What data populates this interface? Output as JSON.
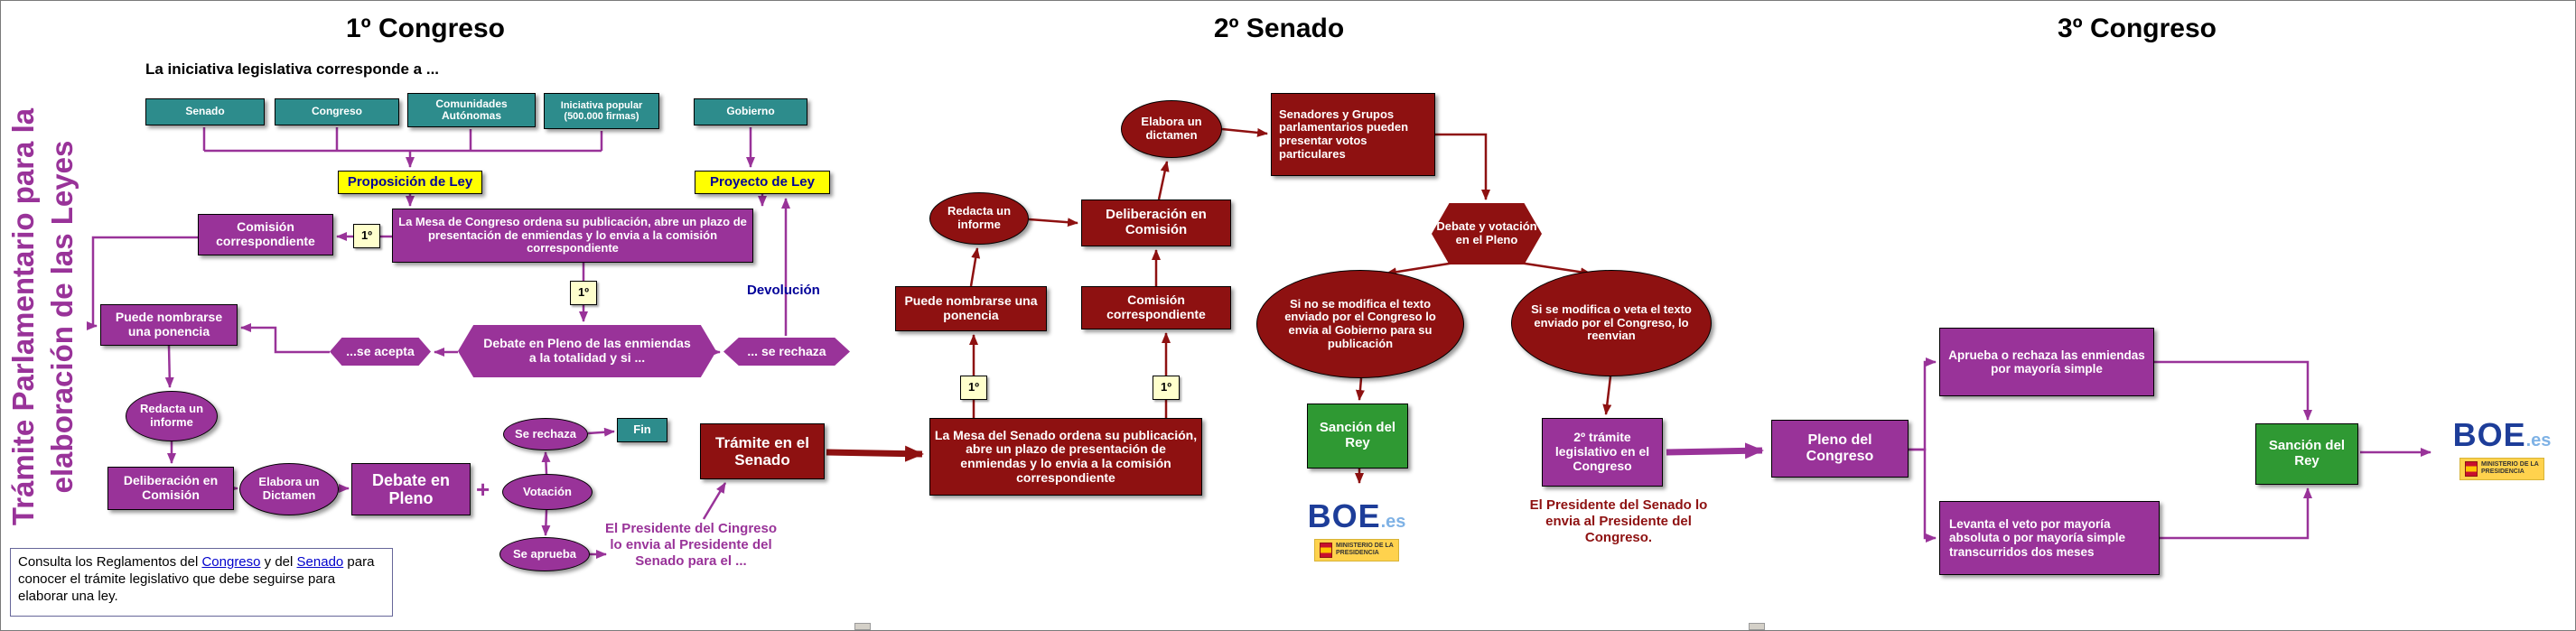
{
  "title": {
    "line1": "Trámite Parlamentario  para la",
    "line2": "elaboración de las Leyes"
  },
  "headers": {
    "stage1": "1º Congreso",
    "stage2": "2º Senado",
    "stage3": "3º Congreso"
  },
  "stage1": {
    "intro": "La iniciativa legislativa corresponde a  ...",
    "initiators": {
      "senado": "Senado",
      "congreso": "Congreso",
      "comunidades": "Comunidades Autónomas",
      "iniciativa_popular": "Iniciativa popular (500.000 firmas)",
      "gobierno": "Gobierno"
    },
    "proposicion_ley": "Proposición de Ley",
    "proyecto_ley": "Proyecto de Ley",
    "comision_correspondiente": "Comisión correspondiente",
    "orden1": "1º",
    "mesa_congreso": "La Mesa de Congreso ordena su publicación, abre un plazo de presentación de enmiendas y lo envia a la comisión correspondiente",
    "orden2": "1º",
    "devolucion": "Devolución",
    "ponencia": "Puede nombrarse una ponencia",
    "se_acepta": "...se acepta",
    "debate_enmiendas": "Debate en Pleno de las enmiendas a la totalidad y si ...",
    "se_rechaza_totalidad": "... se rechaza",
    "redacta_informe": "Redacta un informe",
    "deliberacion_comision": "Deliberación en Comisión",
    "elabora_dictamen": "Elabora un Dictamen",
    "debate_pleno": "Debate en Pleno",
    "plus": "+",
    "votacion": "Votación",
    "se_rechaza": "Se rechaza",
    "fin": "Fin",
    "se_aprueba": "Se aprueba",
    "envio_senado": "El Presidente del Cingreso lo envia al Presidente del Senado para el ...",
    "tramite_senado": "Trámite en el Senado"
  },
  "stage2": {
    "elabora_dictamen": "Elabora un dictamen",
    "votos_particulares": "Senadores y Grupos parlamentarios pueden presentar votos particulares",
    "redacta_informe": "Redacta un informe",
    "deliberacion_comision": "Deliberación en Comisión",
    "ponencia": "Puede nombrarse una ponencia",
    "comision_correspondiente": "Comisión correspondiente",
    "debate_votacion_pleno": "Debate y votación en el Pleno",
    "no_modifica": "Si no se modifica el texto enviado por el Congreso  lo envia al Gobierno para su publicación",
    "si_modifica": "Si se modifica o veta el texto enviado por el Congreso, lo reenvian",
    "sancion_rey": "Sanción del Rey",
    "orden1": "1º",
    "orden2": "1º",
    "mesa_senado": "La Mesa del Senado ordena su publicación, abre un plazo de presentación de enmiendas y lo envia a la comisión correspondiente",
    "segundo_tramite": "2º trámite legislativo en el Congreso",
    "envio_congreso": "El Presidente del Senado lo envia al Presidente del Congreso."
  },
  "stage3": {
    "pleno_congreso": "Pleno del Congreso",
    "aprueba_enmiendas": "Aprueba o rechaza las enmiendas por mayoría simple",
    "levanta_veto": "Levanta el veto por mayoría absoluta o por mayoría simple transcurridos dos meses",
    "sancion_rey": "Sanción del Rey"
  },
  "boe": {
    "name": "BOE",
    "tld": ".es",
    "ministry": "MINISTERIO DE LA PRESIDENCIA"
  },
  "note": {
    "pre": "Consulta los Reglamentos del ",
    "link_congreso": "Congreso",
    "mid": " y del ",
    "link_senado": "Senado",
    "post": " para conocer el trámite legislativo que debe seguirse para elaborar una ley."
  },
  "colors": {
    "purple": "#993399",
    "teal": "#2D8C8C",
    "maroon": "#8E1111",
    "green": "#2F9933",
    "yellow": "#FFFF00"
  }
}
